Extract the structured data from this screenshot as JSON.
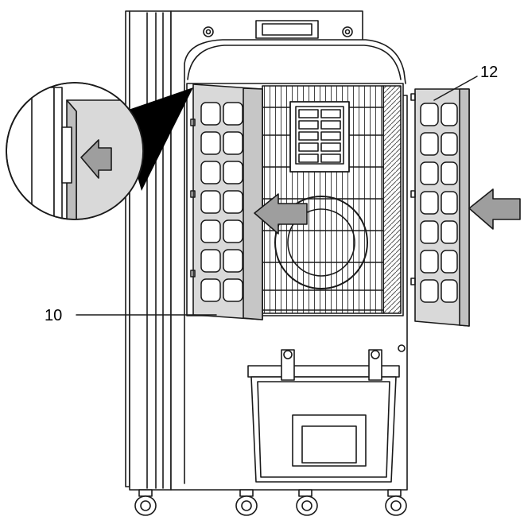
{
  "callouts": [
    {
      "id": "10",
      "label": "10"
    },
    {
      "id": "12",
      "label": "12"
    }
  ],
  "colors": {
    "line": "#1a1a1a",
    "panel_fill": "#d9d9d9",
    "arrow_fill": "#9e9e9e",
    "background": "#ffffff"
  }
}
